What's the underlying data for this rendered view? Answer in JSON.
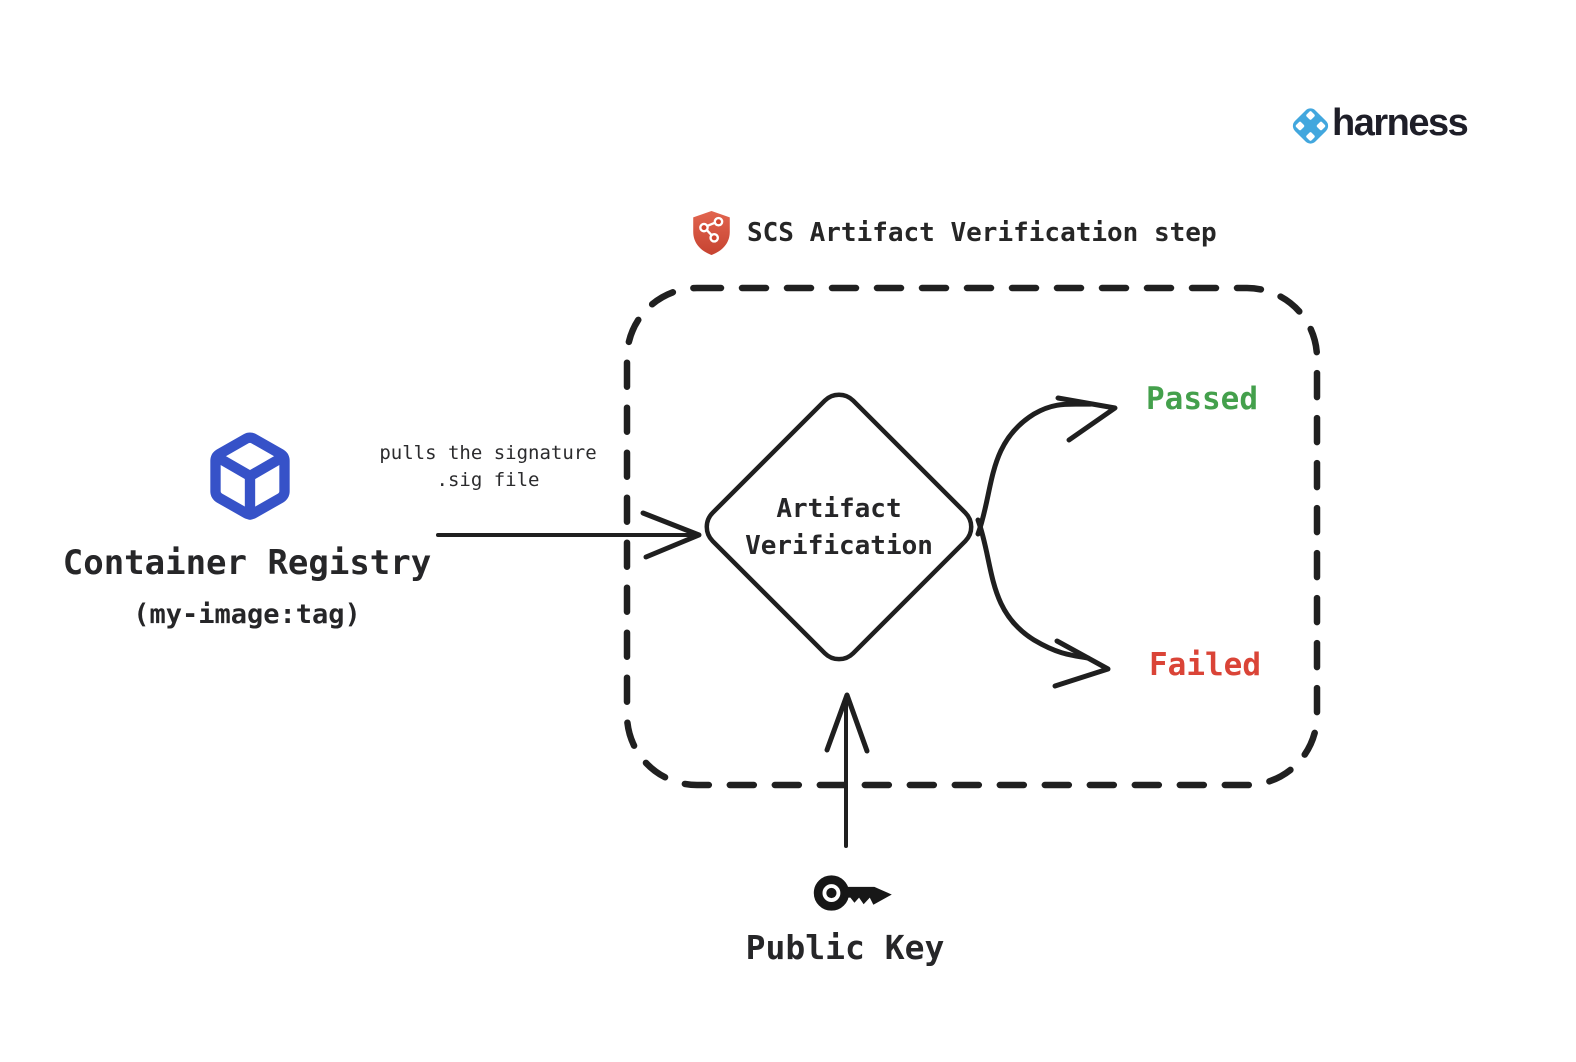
{
  "brand": {
    "name": "harness",
    "icon": "harness-logo-icon",
    "icon_color": "#42a7de",
    "text_color": "#1e1e28"
  },
  "step": {
    "title": "SCS Artifact Verification step",
    "icon": "shield-supply-chain-icon",
    "shield_color": "#d8513d"
  },
  "source": {
    "label": "Container Registry",
    "sublabel": "(my-image:tag)",
    "icon": "container-cube-icon",
    "icon_color": "#3652c8"
  },
  "pull_edge": {
    "line1": "pulls the signature",
    "line2": ".sig file"
  },
  "decision": {
    "line1": "Artifact",
    "line2": "Verification",
    "shape": "diamond"
  },
  "outcomes": {
    "passed": {
      "label": "Passed",
      "color": "#44a04c"
    },
    "failed": {
      "label": "Failed",
      "color": "#da4437"
    }
  },
  "input": {
    "label": "Public Key",
    "icon": "key-icon"
  },
  "colors": {
    "ink": "#222222",
    "background": "#ffffff"
  }
}
